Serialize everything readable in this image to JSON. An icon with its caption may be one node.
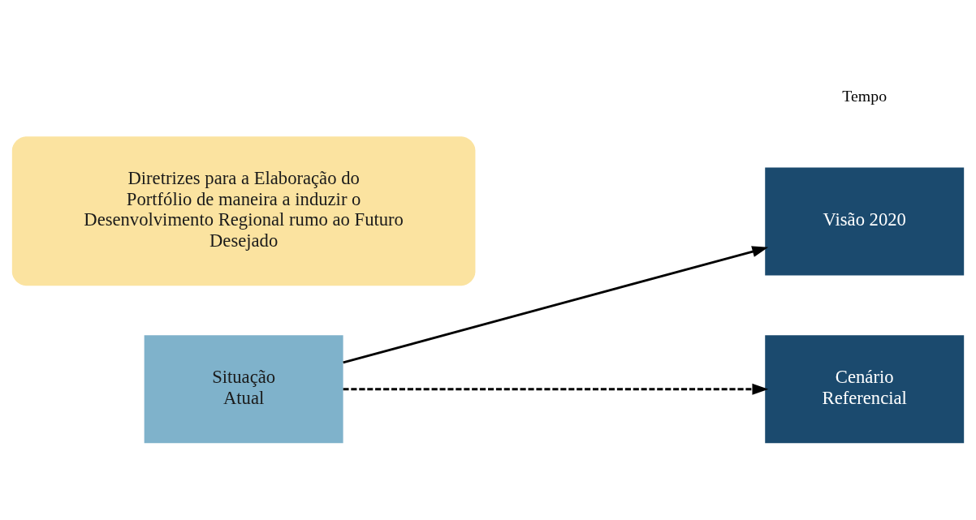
{
  "diagram": {
    "nodes": [
      {
        "text": [
          "Situação Atual"
        ]
      },
      {
        "text": [
          "Diretrizes para a Elaboração do Portfólio de maneira a induzir o Desenvolvimento Regional rumo ao Futuro Desejado"
        ]
      },
      {
        "text": [
          "Visão 2020"
        ]
      },
      {
        "text": [
          "Cenário Referencial"
        ]
      }
    ],
    "edges": [
      {
        "from": 0,
        "to": 2,
        "arrow": "to"
      },
      {
        "from": 0,
        "to": 3,
        "arrow": "to",
        "style": "dashed"
      }
    ],
    "labels": [
      "Tempo"
    ]
  }
}
